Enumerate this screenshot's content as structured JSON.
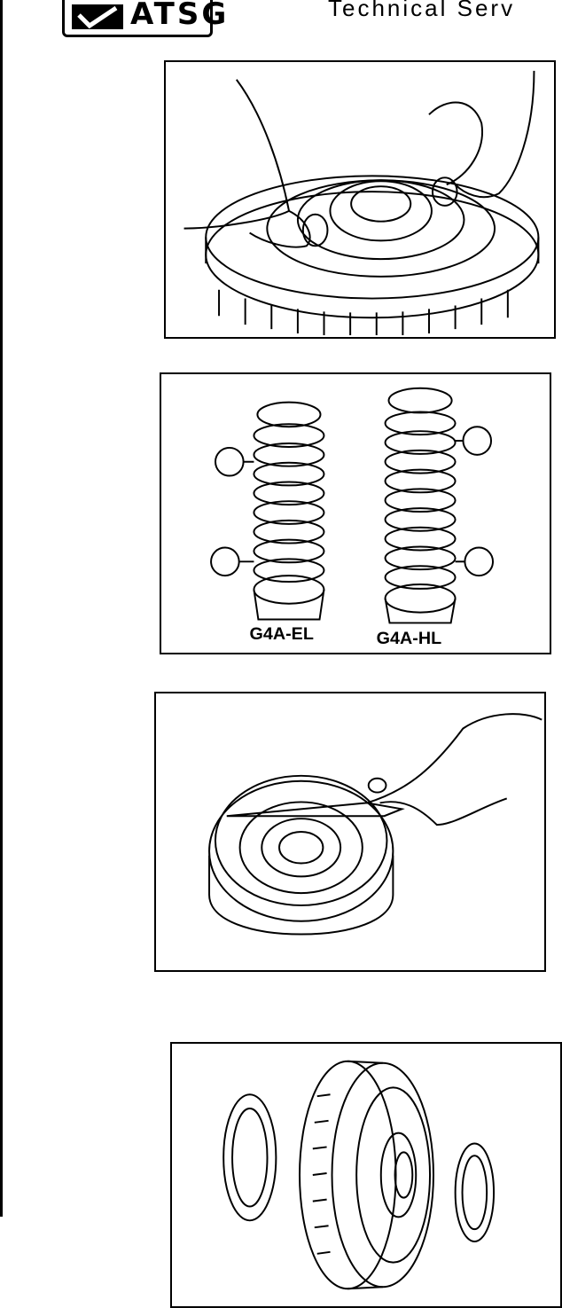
{
  "header": {
    "logo_text": "ATSG",
    "title": "Technical Serv"
  },
  "figures": {
    "drum_pack_caption_left": "G4A-EL",
    "drum_pack_caption_right": "G4A-HL"
  }
}
